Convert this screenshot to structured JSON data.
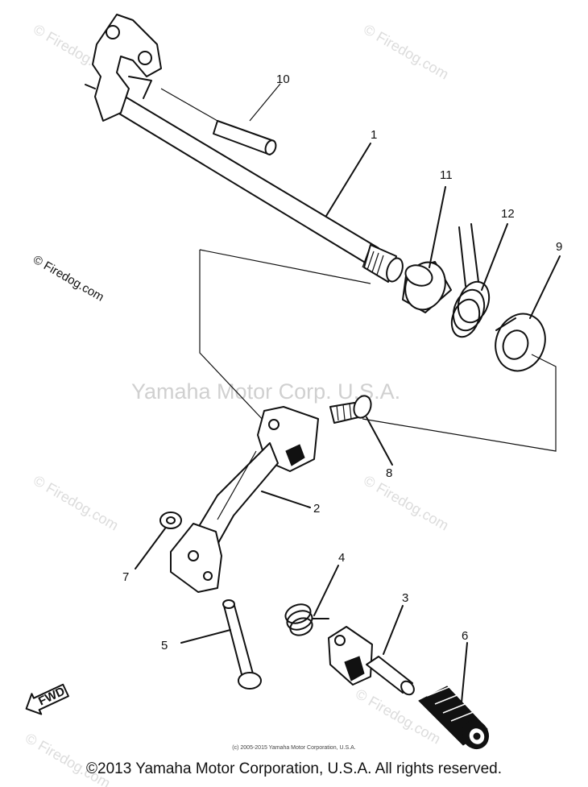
{
  "watermarks": {
    "site": "© Firedog.com",
    "center": "Yamaha Motor Corp. U.S.A."
  },
  "callouts": {
    "c1": "1",
    "c2": "2",
    "c3": "3",
    "c4": "4",
    "c5": "5",
    "c6": "6",
    "c7": "7",
    "c8": "8",
    "c9": "9",
    "c10": "10",
    "c11": "11",
    "c12": "12"
  },
  "fwd_label": "FWD",
  "small_copyright": "(c) 2005-2015 Yamaha Motor Corporation, U.S.A.",
  "footer": "©2013 Yamaha Motor Corporation, U.S.A. All rights reserved.",
  "colors": {
    "ink": "#111111",
    "watermark": "#d0d0d0",
    "background": "#ffffff"
  }
}
